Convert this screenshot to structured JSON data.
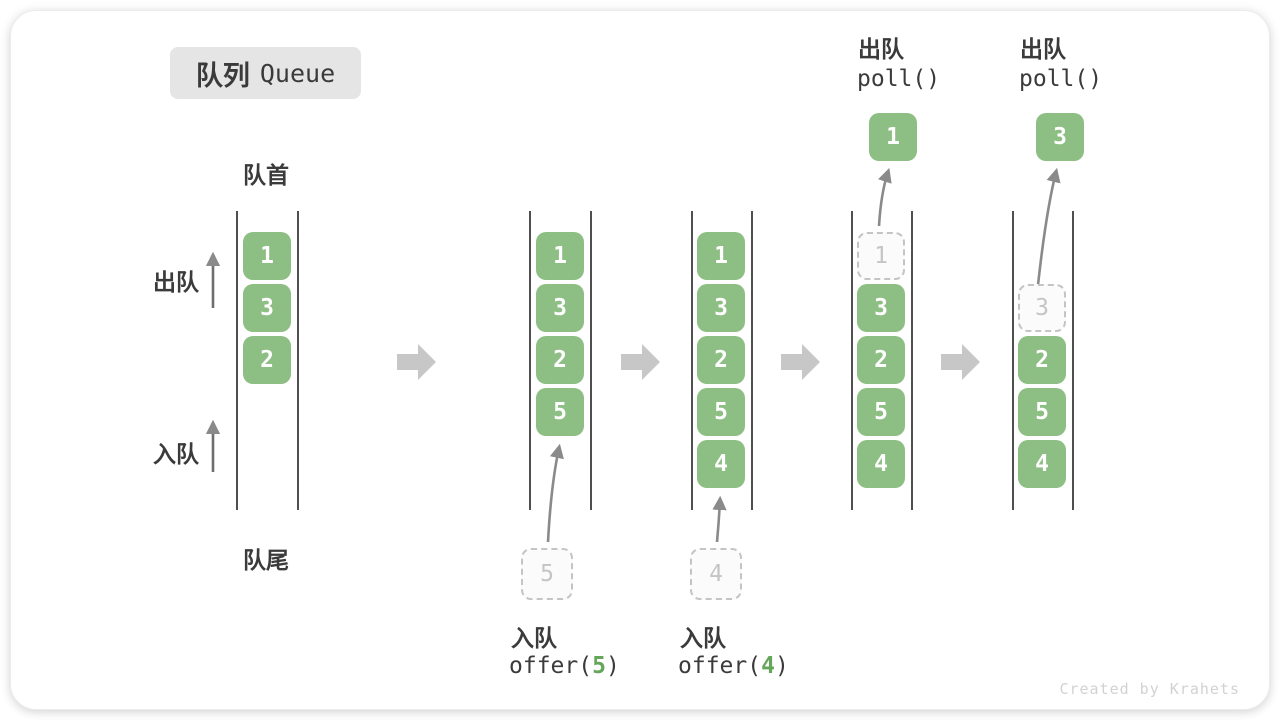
{
  "title": {
    "zh": "队列",
    "en": "Queue"
  },
  "labels": {
    "head": "队首",
    "tail": "队尾",
    "dequeue": "出队",
    "enqueue": "入队"
  },
  "ops": {
    "enq5": {
      "label": "入队",
      "pre": "offer(",
      "arg": "5",
      "post": ")"
    },
    "enq4": {
      "label": "入队",
      "pre": "offer(",
      "arg": "4",
      "post": ")"
    },
    "poll1": {
      "label": "出队",
      "code": "poll()"
    },
    "poll2": {
      "label": "出队",
      "code": "poll()"
    }
  },
  "states": [
    {
      "cells": {
        "s1": "1",
        "s2": "3",
        "s3": "2"
      }
    },
    {
      "cells": {
        "s1": "1",
        "s2": "3",
        "s3": "2",
        "s4": "5"
      },
      "pending": "5"
    },
    {
      "cells": {
        "s1": "1",
        "s2": "3",
        "s3": "2",
        "s4": "5",
        "s5": "4"
      },
      "pending": "4"
    },
    {
      "removed": "1",
      "cells": {
        "s2": "3",
        "s3": "2",
        "s4": "5",
        "s5": "4"
      },
      "popped": "1"
    },
    {
      "removed": "3",
      "cells": {
        "s3": "2",
        "s4": "5",
        "s5": "4"
      },
      "popped": "3"
    }
  ],
  "watermark": "Created by Krahets",
  "colors": {
    "cell_green": "#8dbe83",
    "code_green": "#66a65a",
    "block_arrow_gray": "#c7c7c7",
    "arrow_line_gray": "#8a8a8a",
    "badge_gray": "#e5e5e5"
  }
}
